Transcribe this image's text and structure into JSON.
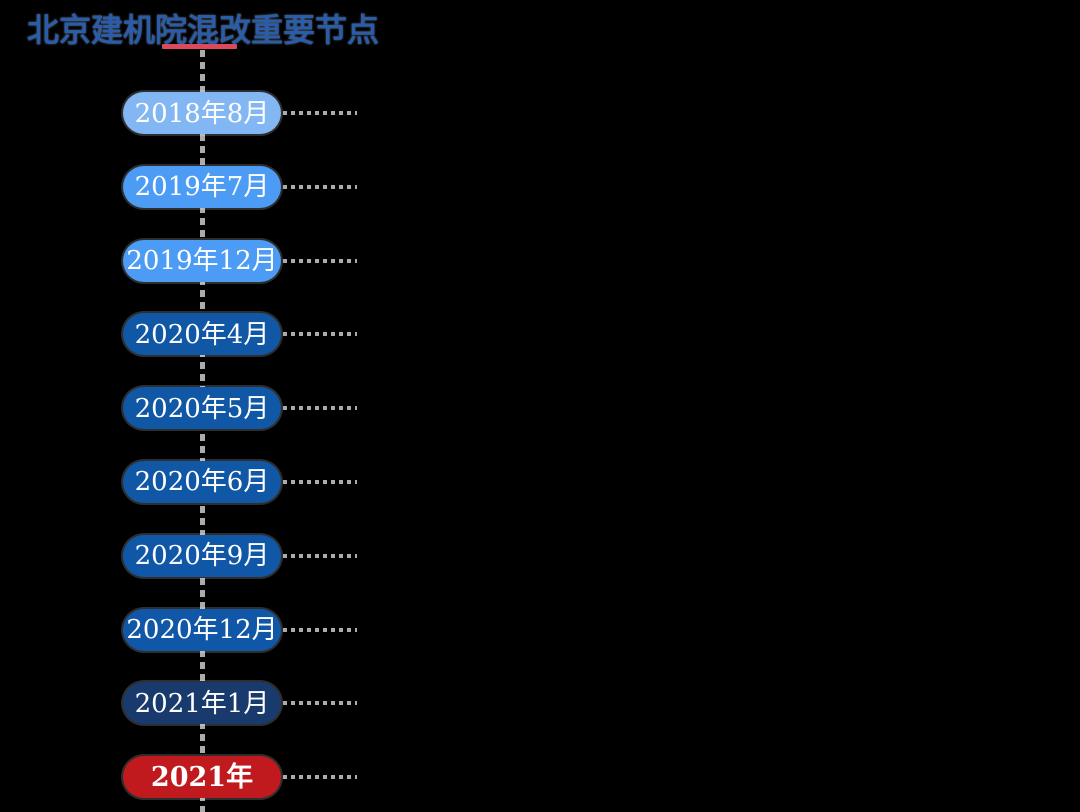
{
  "page": {
    "background": "#000000",
    "title": "北京建机院混改重要节点",
    "title_color": "#2B5CA7",
    "underline_color": "#D94B5C",
    "line_color": "#ABABAB"
  },
  "timeline": {
    "items": [
      {
        "label": "2018年8月",
        "color": "#82B7F3",
        "bold": false
      },
      {
        "label": "2019年7月",
        "color": "#4C9CF5",
        "bold": false
      },
      {
        "label": "2019年12月",
        "color": "#4C9CF5",
        "bold": false
      },
      {
        "label": "2020年4月",
        "color": "#1057A6",
        "bold": false
      },
      {
        "label": "2020年5月",
        "color": "#1057A6",
        "bold": false
      },
      {
        "label": "2020年6月",
        "color": "#1057A6",
        "bold": false
      },
      {
        "label": "2020年9月",
        "color": "#1157A8",
        "bold": false
      },
      {
        "label": "2020年12月",
        "color": "#1157A8",
        "bold": false
      },
      {
        "label": "2021年1月",
        "color": "#183A6D",
        "bold": false
      },
      {
        "label": "2021年",
        "color": "#C01A1F",
        "bold": true
      }
    ]
  }
}
